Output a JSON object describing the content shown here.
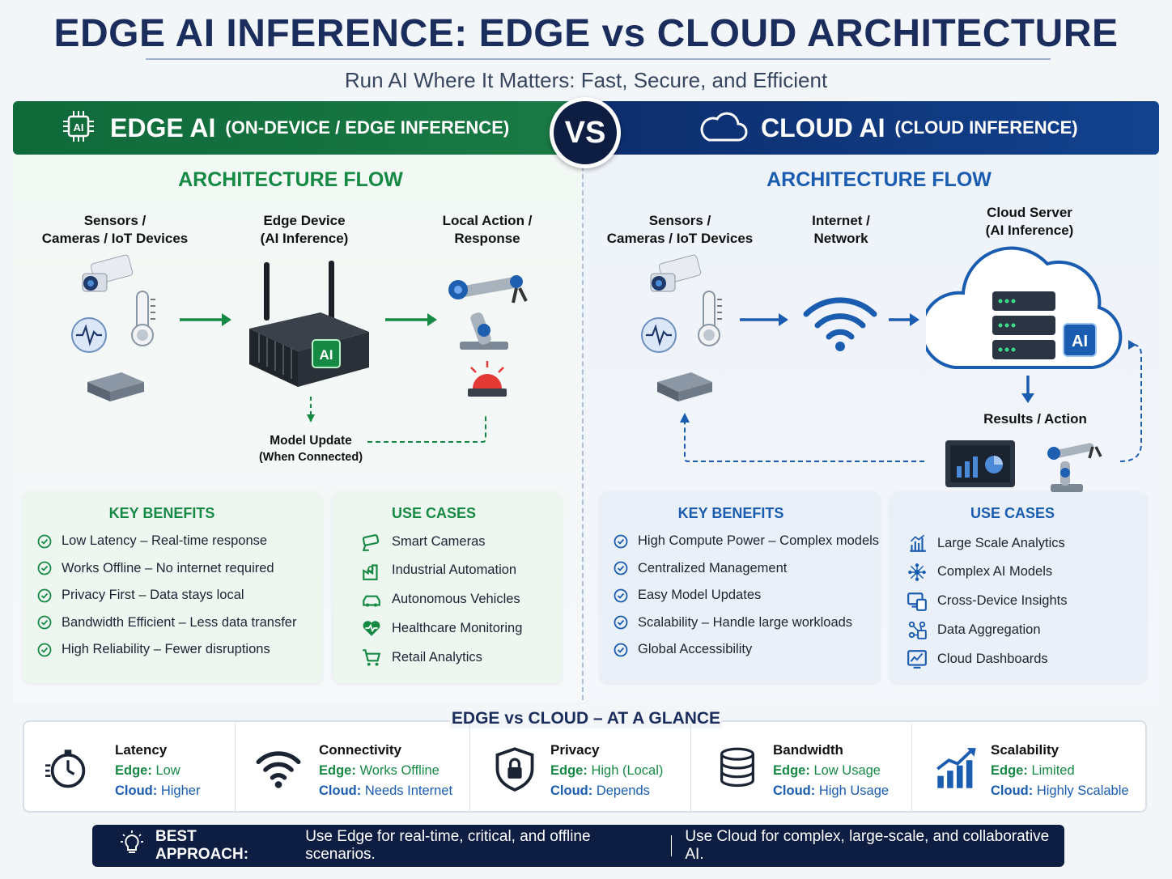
{
  "title": "EDGE AI INFERENCE: EDGE vs CLOUD ARCHITECTURE",
  "subtitle": "Run AI Where It Matters: Fast, Secure, and Efficient",
  "vs": "VS",
  "edge": {
    "banner_title": "EDGE AI",
    "banner_sub": "(ON-DEVICE / EDGE INFERENCE)",
    "chip_label": "AI",
    "flow_title": "ARCHITECTURE FLOW",
    "nodes": {
      "sensors": [
        "Sensors /",
        "Cameras / IoT Devices"
      ],
      "device": [
        "Edge Device",
        "(AI Inference)"
      ],
      "action": [
        "Local Action /",
        "Response"
      ],
      "model_update": [
        "Model Update",
        "(When Connected)"
      ]
    },
    "benefits_title": "KEY BENEFITS",
    "benefits": [
      "Low Latency – Real-time response",
      "Works Offline – No internet required",
      "Privacy First – Data stays local",
      "Bandwidth Efficient – Less data transfer",
      "High Reliability – Fewer disruptions"
    ],
    "usecases_title": "USE CASES",
    "usecases": [
      {
        "label": "Smart Cameras",
        "icon": "camera-icon"
      },
      {
        "label": "Industrial Automation",
        "icon": "factory-icon"
      },
      {
        "label": "Autonomous Vehicles",
        "icon": "car-icon"
      },
      {
        "label": "Healthcare Monitoring",
        "icon": "heart-pulse-icon"
      },
      {
        "label": "Retail Analytics",
        "icon": "cart-icon"
      }
    ]
  },
  "cloud": {
    "banner_title": "CLOUD AI",
    "banner_sub": "(CLOUD INFERENCE)",
    "chip_label": "AI",
    "flow_title": "ARCHITECTURE FLOW",
    "nodes": {
      "sensors": [
        "Sensors /",
        "Cameras / IoT Devices"
      ],
      "network": [
        "Internet /",
        "Network"
      ],
      "server": [
        "Cloud Server",
        "(AI Inference)"
      ],
      "results": [
        "Results / Action"
      ]
    },
    "benefits_title": "KEY BENEFITS",
    "benefits": [
      "High Compute Power – Complex models",
      "Centralized Management",
      "Easy Model Updates",
      "Scalability – Handle large workloads",
      "Global Accessibility"
    ],
    "usecases_title": "USE CASES",
    "usecases": [
      {
        "label": "Large Scale Analytics",
        "icon": "analytics-icon"
      },
      {
        "label": "Complex AI Models",
        "icon": "neural-network-icon"
      },
      {
        "label": "Cross-Device Insights",
        "icon": "devices-icon"
      },
      {
        "label": "Data Aggregation",
        "icon": "aggregation-icon"
      },
      {
        "label": "Cloud Dashboards",
        "icon": "dashboard-icon"
      }
    ]
  },
  "glance": {
    "title": "EDGE vs CLOUD – AT A GLANCE",
    "edge_prefix": "Edge:",
    "cloud_prefix": "Cloud:",
    "items": [
      {
        "name": "Latency",
        "edge": "Low",
        "cloud": "Higher",
        "icon": "stopwatch-icon"
      },
      {
        "name": "Connectivity",
        "edge": "Works Offline",
        "cloud": "Needs Internet",
        "icon": "wifi-icon"
      },
      {
        "name": "Privacy",
        "edge": "High (Local)",
        "cloud": "Depends",
        "icon": "shield-lock-icon"
      },
      {
        "name": "Bandwidth",
        "edge": "Low Usage",
        "cloud": "High Usage",
        "icon": "database-icon"
      },
      {
        "name": "Scalability",
        "edge": "Limited",
        "cloud": "Highly Scalable",
        "icon": "growth-chart-icon"
      }
    ]
  },
  "best": {
    "label": "BEST APPROACH:",
    "edge_text": "Use Edge for real-time, critical, and offline scenarios.",
    "cloud_text": "Use Cloud for complex, large-scale, and collaborative AI."
  },
  "colors": {
    "edge_green": "#168a45",
    "cloud_blue": "#1a5cb0",
    "navy": "#0e1e42"
  }
}
